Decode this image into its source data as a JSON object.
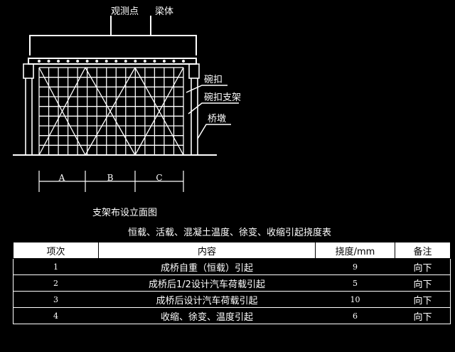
{
  "diagram": {
    "labels": {
      "observation_point": "观测点",
      "beam": "梁体",
      "coupler": "碗扣",
      "scaffold": "碗扣支架",
      "pier": "桥墩"
    },
    "segments": [
      "A",
      "B",
      "C"
    ],
    "caption": "支架布设立面图"
  },
  "table": {
    "title": "恒载、活载、混凝土温度、徐变、收缩引起挠度表",
    "headers": [
      "项次",
      "内容",
      "挠度/mm",
      "备注"
    ],
    "rows": [
      {
        "no": "1",
        "content": "成桥自重（恒载）引起",
        "deflection": "9",
        "note": "向下"
      },
      {
        "no": "2",
        "content": "成桥后1/2设计汽车荷载引起",
        "deflection": "5",
        "note": "向下"
      },
      {
        "no": "3",
        "content": "成桥后设计汽车荷载引起",
        "deflection": "10",
        "note": "向下"
      },
      {
        "no": "4",
        "content": "收缩、徐变、温度引起",
        "deflection": "6",
        "note": "向下"
      }
    ]
  },
  "colors": {
    "background": "#000000",
    "ink": "#ffffff"
  }
}
